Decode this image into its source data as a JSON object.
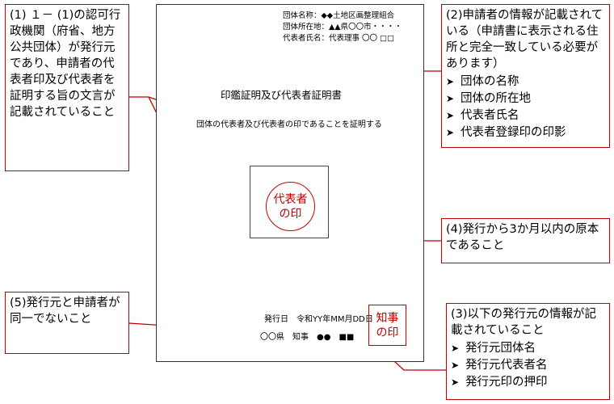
{
  "document": {
    "header": {
      "org_name": "団体名称：◆◆土地区画整理組合",
      "org_address": "団体所在地：▲▲県〇〇市・・・・",
      "representative": "代表者氏名：代表理事 〇〇 □□"
    },
    "title": "印鑑証明及び代表者証明書",
    "statement": "団体の代表者及び代表者の印であることを証明する",
    "rep_seal": [
      "代表者",
      "の印"
    ],
    "issue_date": "発行日　令和YY年MM月DD日",
    "issuer": "〇〇県　知事　●●　■■",
    "governor_seal": [
      "知事",
      "の印"
    ]
  },
  "callouts": {
    "c1": "(1) １－ (1)の認可行政機関（府省、地方公共団体）が発行元であり、申請者の代表者印及び代表者を証明する旨の文言が記載されていること",
    "c2": {
      "text": "(2)申請者の情報が記載されている（申請書に表示される住所と完全一致している必要があります）",
      "items": [
        "団体の名称",
        "団体の所在地",
        "代表者氏名",
        "代表者登録印の印影"
      ]
    },
    "c3": {
      "text": "(3)以下の発行元の情報が記載されていること",
      "items": [
        "発行元団体名",
        "発行元代表者名",
        "発行元印の押印"
      ]
    },
    "c4": "(4)発行から3か月以内の原本であること",
    "c5": "(5)発行元と申請者が同一でないこと"
  },
  "colors": {
    "accent": "#c00000",
    "border": "#333333"
  },
  "icons": {
    "bullet": "chevron-right-icon"
  }
}
